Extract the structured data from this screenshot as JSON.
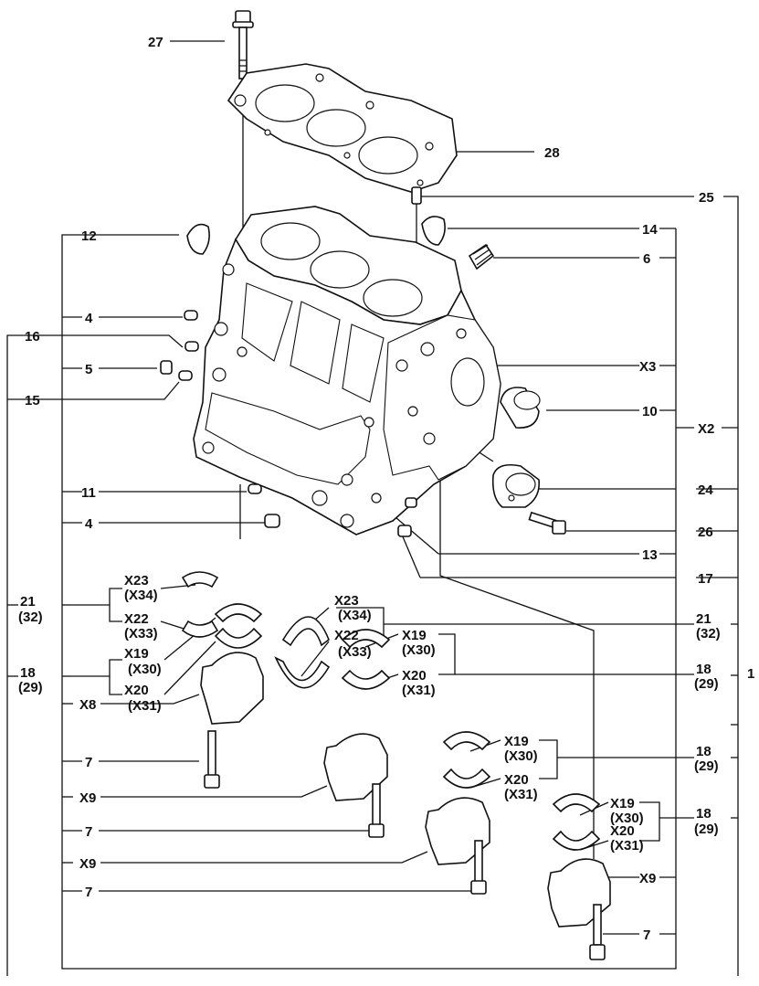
{
  "diagram": {
    "labels": {
      "l27": "27",
      "l28": "28",
      "l25": "25",
      "l14": "14",
      "l12": "12",
      "l6": "6",
      "l4a": "4",
      "l16": "16",
      "l5": "5",
      "l15": "15",
      "lX3": "X3",
      "l10": "10",
      "lX2": "X2",
      "l11": "11",
      "l24": "24",
      "l4b": "4",
      "l26": "26",
      "l13": "13",
      "l17": "17",
      "l21a": "21",
      "l32a": "(32)",
      "lX23a": "X23",
      "lX34a": "(X34)",
      "lX22a": "X22",
      "lX33a": "(X33)",
      "lX23b": "X23",
      "lX34b": "(X34)",
      "lX22b": "X22",
      "lX33b": "(X33)",
      "l21b": "21",
      "l32b": "(32)",
      "l18a": "18",
      "l29a": "(29)",
      "lX19a": "X19",
      "lX30a": "(X30)",
      "lX20a": "X20",
      "lX31a": "(X31)",
      "l1": "1",
      "lX8": "X8",
      "lX19b": "X19",
      "lX30b": "(X30)",
      "lX20b": "X20",
      "lX31b": "(X31)",
      "l18b": "18",
      "l29b": "(29)",
      "l7a": "7",
      "lX19c": "X19",
      "lX30c": "(X30)",
      "lX20c": "X20",
      "lX31c": "(X31)",
      "l18c": "18",
      "l29c": "(29)",
      "lX9a": "X9",
      "lX19d": "X19",
      "lX30d": "(X30)",
      "l18d": "18",
      "l29d": "(29)",
      "l7b": "7",
      "lX20d": "X20",
      "lX31d": "(X31)",
      "lX9b": "X9",
      "lX9c": "X9",
      "l7c": "7",
      "l7d": "7"
    }
  }
}
